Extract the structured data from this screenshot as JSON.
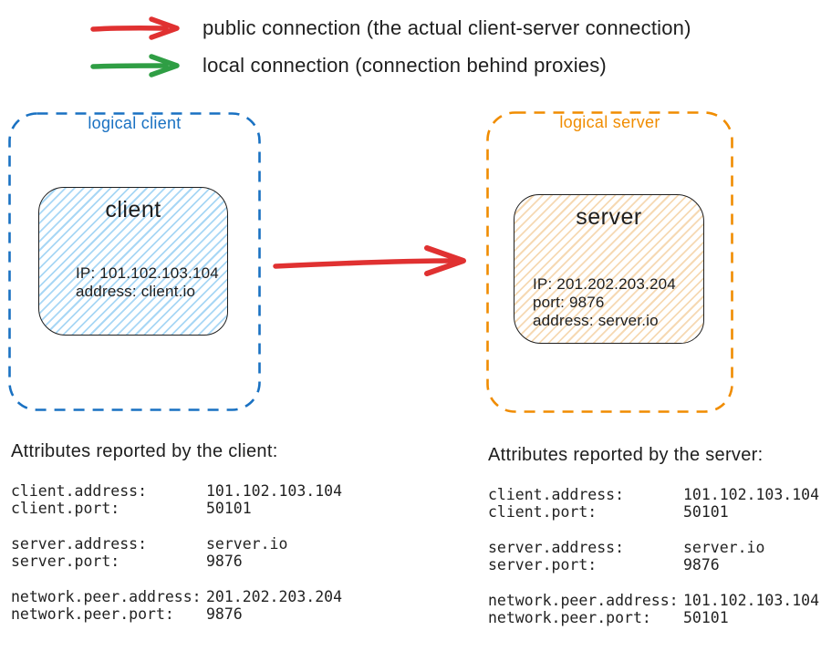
{
  "legend": [
    {
      "label": "public connection (the actual client-server connection)",
      "color": "#e03131"
    },
    {
      "label": "local connection (connection behind proxies)",
      "color": "#2f9e44"
    }
  ],
  "diagram": {
    "connection": {
      "color": "#e03131"
    },
    "logical_client": {
      "label": "logical client",
      "color": "#1971c2",
      "node": {
        "title": "client",
        "fill": "#a8d7f5",
        "lines": [
          "IP: 101.102.103.104",
          "address: client.io"
        ]
      }
    },
    "logical_server": {
      "label": "logical server",
      "color": "#f08c00",
      "node": {
        "title": "server",
        "fill": "#f6d9b3",
        "lines": [
          "IP: 201.202.203.204",
          "port: 9876",
          "address: server.io"
        ]
      }
    }
  },
  "client_attributes": {
    "title": "Attributes reported by the client:",
    "groups": [
      [
        {
          "key": "client.address:",
          "value": "101.102.103.104"
        },
        {
          "key": "client.port:",
          "value": "50101"
        }
      ],
      [
        {
          "key": "server.address:",
          "value": "server.io"
        },
        {
          "key": "server.port:",
          "value": "9876"
        }
      ],
      [
        {
          "key": "network.peer.address:",
          "value": "201.202.203.204"
        },
        {
          "key": "network.peer.port:",
          "value": "9876"
        }
      ]
    ]
  },
  "server_attributes": {
    "title": "Attributes reported by the server:",
    "groups": [
      [
        {
          "key": "client.address:",
          "value": "101.102.103.104"
        },
        {
          "key": "client.port:",
          "value": "50101"
        }
      ],
      [
        {
          "key": "server.address:",
          "value": "server.io"
        },
        {
          "key": "server.port:",
          "value": "9876"
        }
      ],
      [
        {
          "key": "network.peer.address:",
          "value": "101.102.103.104"
        },
        {
          "key": "network.peer.port:",
          "value": "50101"
        }
      ]
    ]
  }
}
